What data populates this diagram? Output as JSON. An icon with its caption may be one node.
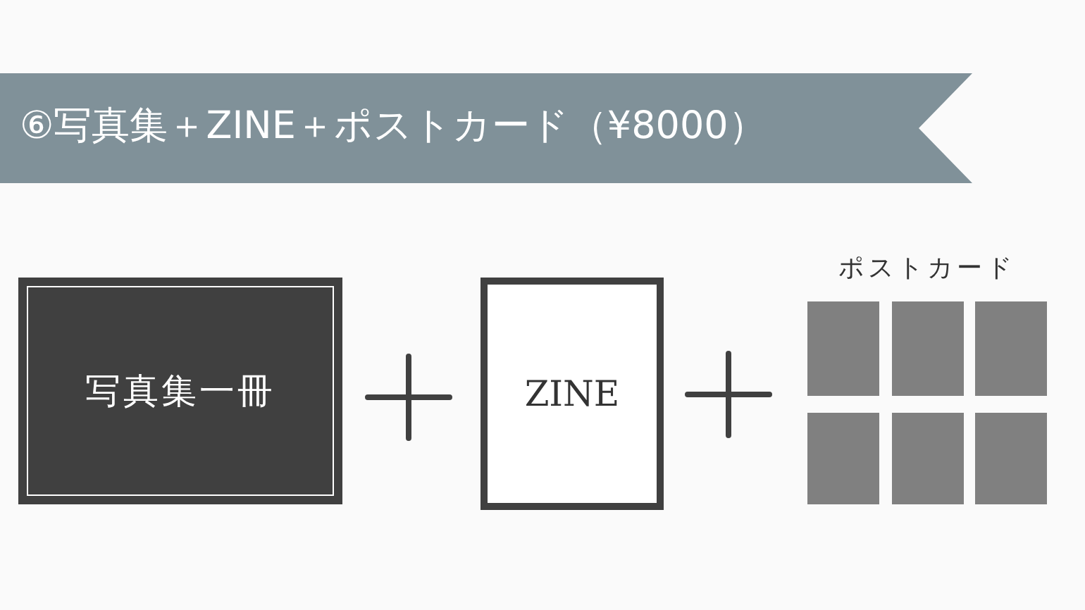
{
  "diagram": {
    "title": "⑥写真集＋ZINE＋ポストカード（¥8000）",
    "nodes": [
      {
        "text": [
          "写真集一冊"
        ]
      },
      {
        "text": [
          "ZINE"
        ]
      },
      {
        "text": [
          "ポストカード"
        ]
      },
      {
        "text": [],
        "shape": "box",
        "in": 2
      },
      {
        "text": [],
        "shape": "box",
        "in": 2
      },
      {
        "text": [],
        "shape": "box",
        "in": 2
      },
      {
        "text": [],
        "shape": "box",
        "in": 2
      },
      {
        "text": [],
        "shape": "box",
        "in": 2
      },
      {
        "text": [],
        "shape": "box",
        "in": 2
      }
    ]
  }
}
